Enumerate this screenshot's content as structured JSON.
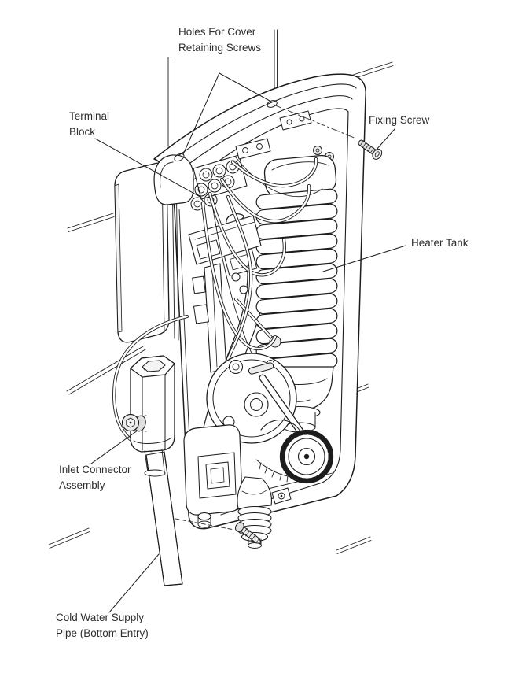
{
  "page": {
    "background": "#ffffff",
    "line_ink": "#1c1c1c",
    "label_color": "#2e2e2e"
  },
  "labels": {
    "holes_for_cover": {
      "line1": "Holes For Cover",
      "line2": "Retaining Screws"
    },
    "terminal_block": {
      "line1": "Terminal",
      "line2": "Block"
    },
    "fixing_screw": {
      "line1": "Fixing Screw"
    },
    "heater_tank": {
      "line1": "Heater Tank"
    },
    "inlet_connector": {
      "line1": "Inlet Connector",
      "line2": "Assembly"
    },
    "cold_water_pipe": {
      "line1": "Cold Water Supply",
      "line2": "Pipe (Bottom Entry)"
    }
  }
}
